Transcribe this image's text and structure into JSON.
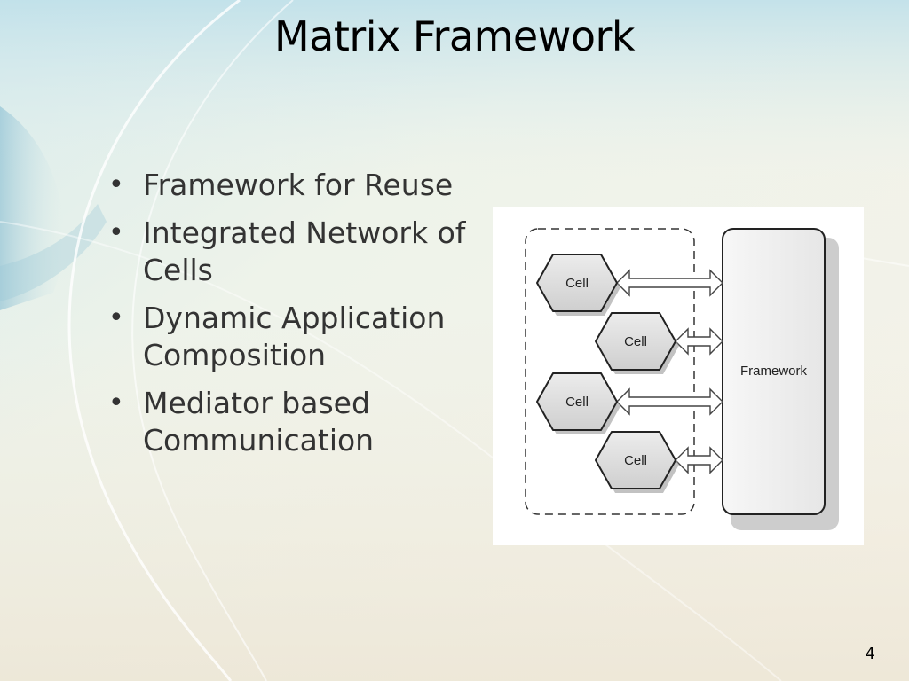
{
  "slide": {
    "title": "Matrix Framework",
    "bullets": [
      "Framework for Reuse",
      "Integrated Network of Cells",
      "Dynamic Application Composition",
      "Mediator based Communication"
    ],
    "page_number": "4"
  },
  "diagram": {
    "framework_label": "Framework",
    "cells": [
      {
        "label": "Cell"
      },
      {
        "label": "Cell"
      },
      {
        "label": "Cell"
      },
      {
        "label": "Cell"
      }
    ],
    "arrow_style": "double-headed"
  },
  "colors": {
    "background_light": "#f4f1e6",
    "background_blue": "#c9e3ec",
    "cell_fill": "#d9d9d9",
    "framework_fill": "#f2f2f2",
    "shadow": "#b8b8b8",
    "text": "#333333"
  }
}
